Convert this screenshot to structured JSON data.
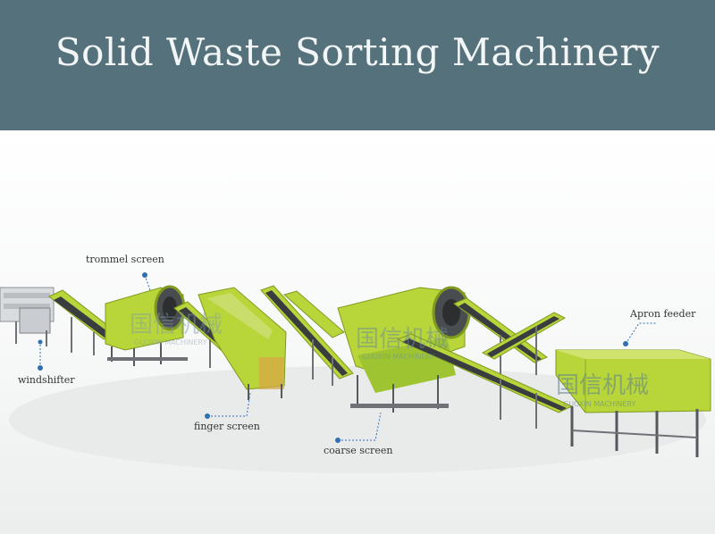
{
  "title": "Solid Waste Sorting Machinery",
  "labels": {
    "trommel": "trommel screen",
    "windshifter": "windshifter",
    "finger": "finger screen",
    "coarse": "coarse screen",
    "apron": "Apron feeder"
  },
  "watermark": {
    "cn": "国信机械",
    "en": "GUOXIN MACHINERY"
  },
  "colors": {
    "header": "#55727c",
    "machine_green": "#b8d63a",
    "belt_dark": "#3a3d40",
    "frame_gray": "#6e7276",
    "marker": "#2f6fb3"
  }
}
